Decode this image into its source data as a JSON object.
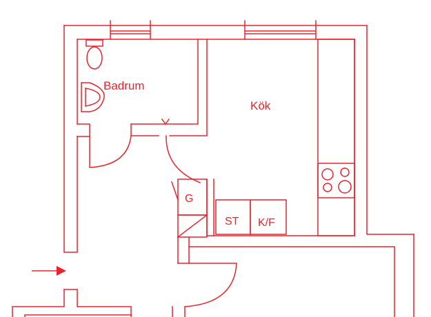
{
  "colors": {
    "line": "#e8232a",
    "background": "#ffffff"
  },
  "rooms": {
    "bathroom": "Badrum",
    "kitchen": "Kök"
  },
  "fixtures": {
    "freezer": "G",
    "stove": "ST",
    "fridge_freezer": "K/F"
  },
  "icons": {
    "entrance": "arrow-right-icon"
  }
}
